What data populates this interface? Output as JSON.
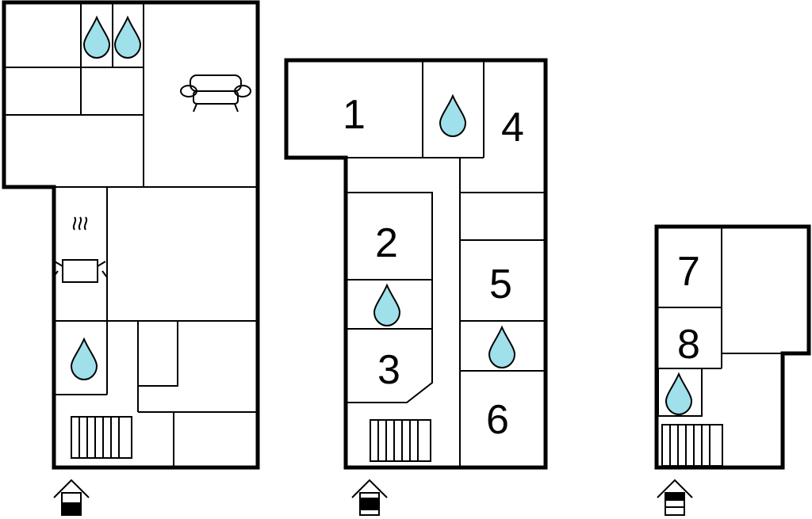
{
  "floors": [
    {
      "name": "floor-left",
      "room_numbers": [],
      "icons": [
        "water-drop-icon",
        "water-drop-icon",
        "sofa-icon",
        "cooking-pot-icon",
        "water-drop-icon",
        "stairs-icon",
        "entrance-icon"
      ]
    },
    {
      "name": "floor-middle",
      "room_numbers": [
        "1",
        "2",
        "3",
        "4",
        "5",
        "6"
      ],
      "icons": [
        "water-drop-icon",
        "water-drop-icon",
        "water-drop-icon",
        "stairs-icon",
        "entrance-icon"
      ]
    },
    {
      "name": "floor-right",
      "room_numbers": [
        "7",
        "8"
      ],
      "icons": [
        "water-drop-icon",
        "stairs-icon",
        "entrance-icon"
      ]
    }
  ],
  "colors": {
    "wall": "#000000",
    "water": "#9fe0ea",
    "background": "#ffffff"
  }
}
